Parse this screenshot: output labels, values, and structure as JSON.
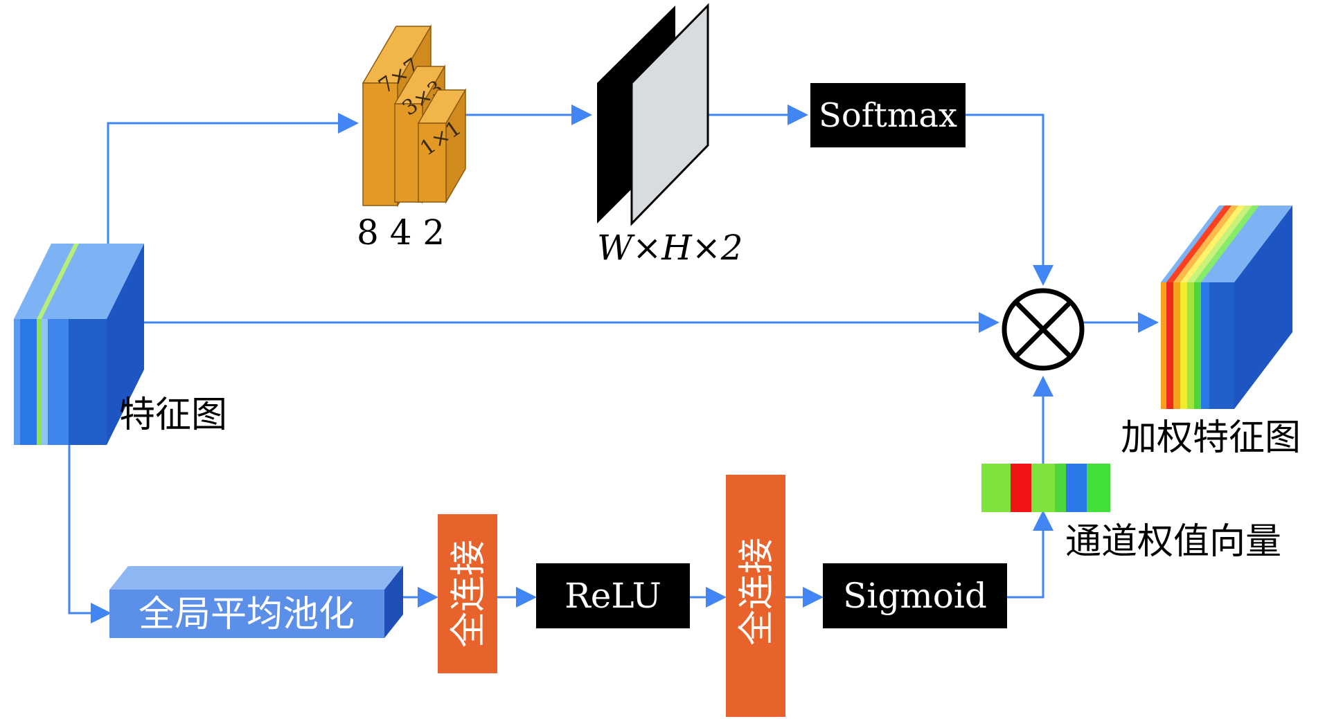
{
  "colors": {
    "arrow": "#4285f4",
    "black_box": "#000000",
    "fc_orange": "#e8622c",
    "conv_orange": "#e39a24",
    "feature_blue": "#2160c8",
    "gap_blue": "#5b8fe8"
  },
  "labels": {
    "feature_map": "特征图",
    "weighted_feature_map": "加权特征图",
    "channel_weight_vector": "通道权值向量",
    "gap": "全局平均池化",
    "fc1": "全连接",
    "fc2": "全连接",
    "relu": "ReLU",
    "sigmoid": "Sigmoid",
    "softmax": "Softmax",
    "conv_counts": "8 4 2",
    "attention_map_dims": "W×H×2"
  },
  "conv_kernels": [
    "7×7",
    "3×3",
    "1×1"
  ],
  "channel_vector_colors": [
    "#7ee33d",
    "#f01414",
    "#7ee33d",
    "#4fd63a",
    "#2b78e8",
    "#44e03a"
  ]
}
